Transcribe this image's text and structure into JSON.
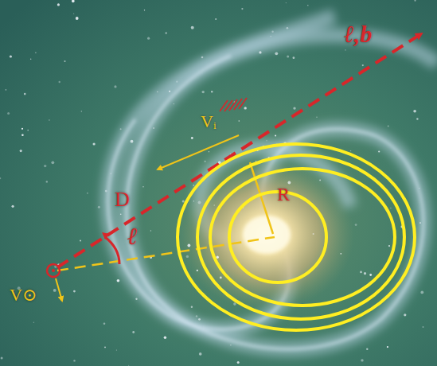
{
  "diagram": {
    "labels": [
      "ℓ,b",
      "Vᵢ",
      "D",
      "R",
      "ℓ",
      "V⊙"
    ]
  }
}
